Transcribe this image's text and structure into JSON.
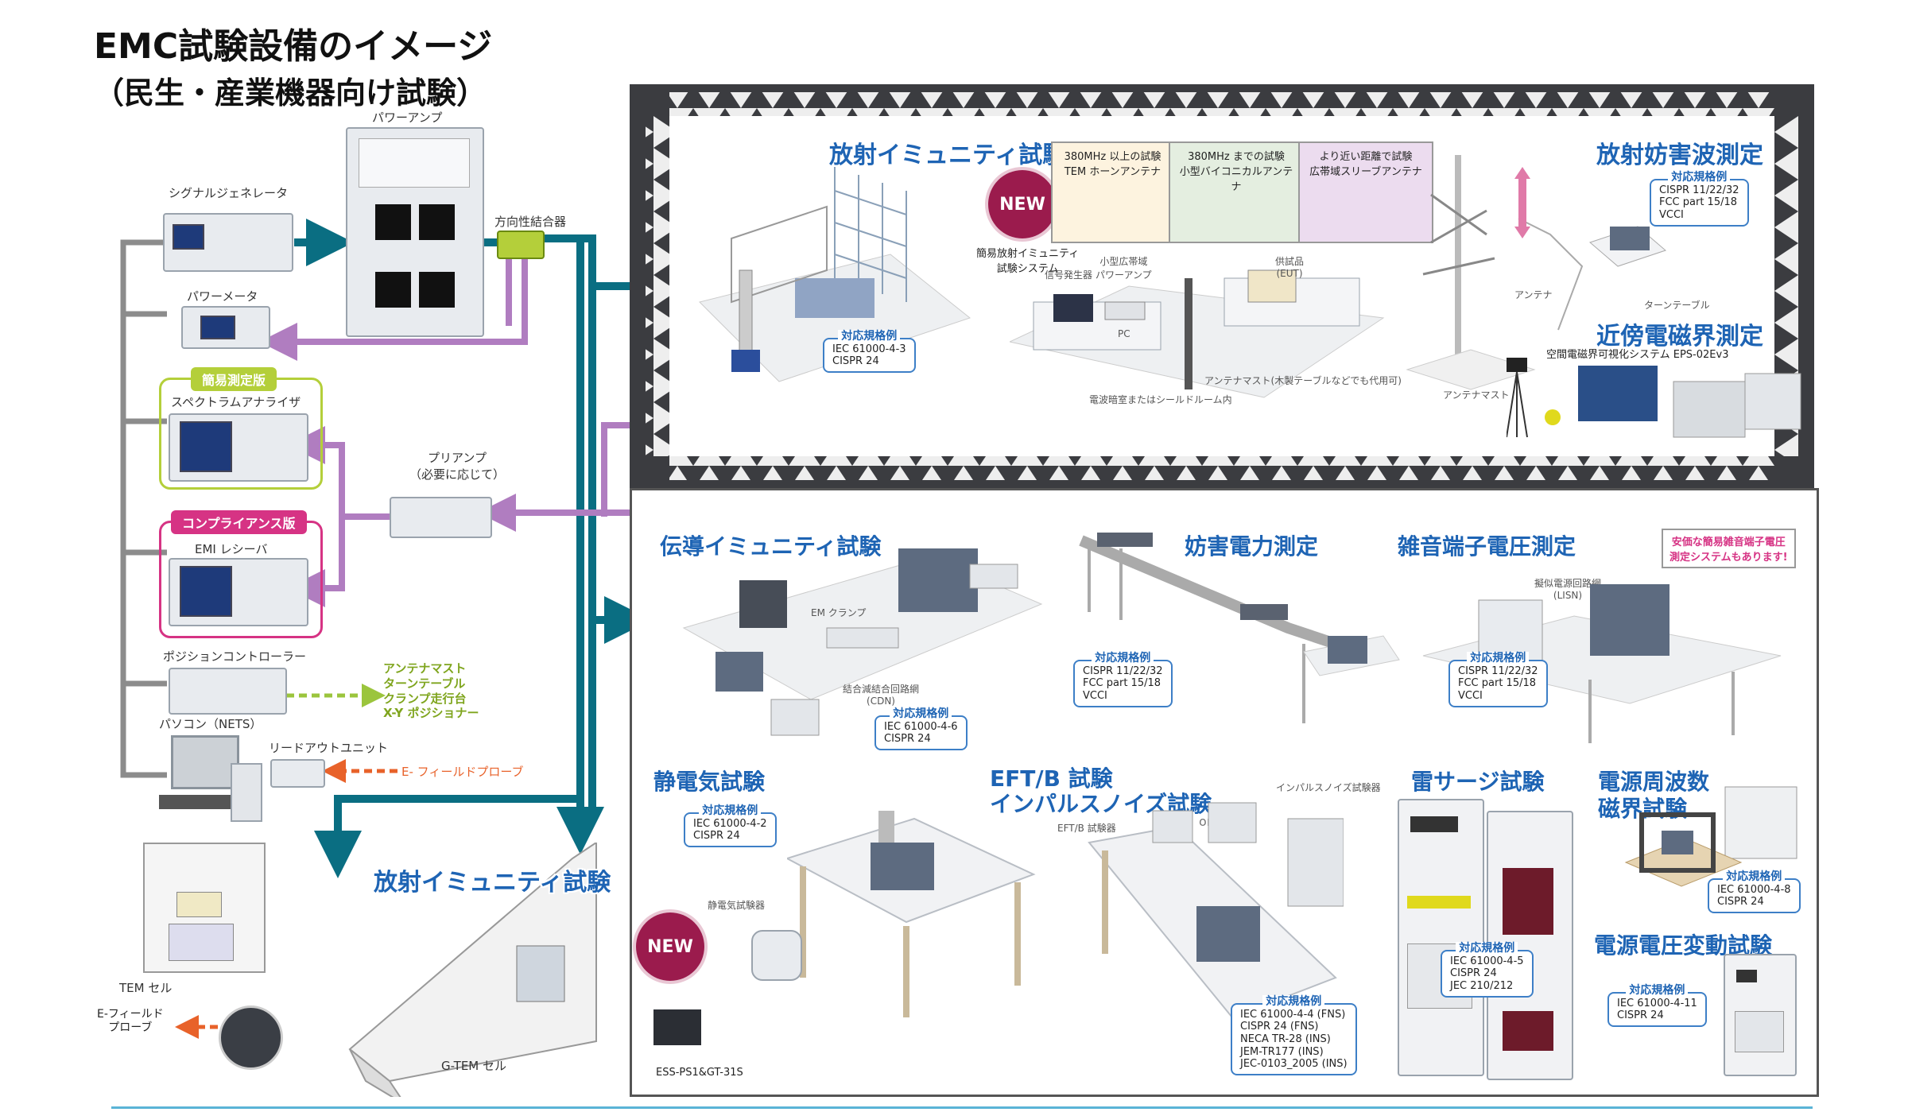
{
  "title": {
    "line1": "EMC試験設備のイメージ",
    "line2": "（民生・産業機器向け試験）"
  },
  "left": {
    "power_amp": "パワーアンプ",
    "signal_gen": "シグナルジェネレータ",
    "directional_coupler": "方向性結合器",
    "power_meter": "パワーメータ",
    "simple_version": "簡易測定版",
    "spectrum_analyzer": "スペクトラムアナライザ",
    "preamp_line1": "プリアンプ",
    "preamp_line2": "（必要に応じて）",
    "compliance_version": "コンプライアンス版",
    "emi_receiver": "EMI レシーバ",
    "position_controller": "ポジションコントローラー",
    "targets": [
      "アンテナマスト",
      "ターンテーブル",
      "クランプ走行台",
      "X-Y ポジショナー"
    ],
    "pc": "パソコン（NETS）",
    "readout_unit": "リードアウトユニット",
    "efield_probe": "E- フィールドプローブ",
    "tem_cell": "TEM セル",
    "efield_probe2_line1": "E-フィールド",
    "efield_probe2_line2": "プローブ",
    "gtem_title": "放射イミュニティ試験",
    "gtem_cell": "G-TEM セル"
  },
  "chamber": {
    "ri_title": "放射イミュニティ試験",
    "ri_std_header": "対応規格例",
    "ri_std": [
      "IEC 61000-4-3",
      "CISPR 24"
    ],
    "new_badge": "NEW",
    "simple_system_line1": "簡易放射イミュニティ",
    "simple_system_line2": "試験システム",
    "info1_line1": "380MHz 以上の試験",
    "info1_line2": "TEM ホーンアンテナ",
    "info2_line1": "380MHz までの試験",
    "info2_line2": "小型バイコニカルアンテナ",
    "info3_line1": "より近い距離で試験",
    "info3_line2": "広帯域スリーブアンテナ",
    "signal_source": "信号発生器",
    "small_amp_line1": "小型広帯域",
    "small_amp_line2": "パワーアンプ",
    "eut_line1": "供試品",
    "eut_line2": "(EUT)",
    "pc_label": "PC",
    "antenna_mast_note": "アンテナマスト(木製テーブルなどでも代用可)",
    "shield_room": "電波暗室またはシールドルーム内",
    "re_title": "放射妨害波測定",
    "re_std_header": "対応規格例",
    "re_std": [
      "CISPR 11/22/32",
      "FCC part 15/18",
      "VCCI"
    ],
    "antenna": "アンテナ",
    "turntable": "ターンテーブル",
    "nf_title": "近傍電磁界測定",
    "nf_system": "空間電磁界可視化システム EPS-02Ev3",
    "antenna_mast": "アンテナマスト"
  },
  "lower": {
    "ci_title": "伝導イミュニティ試験",
    "em_clamp": "EM クランプ",
    "cdn_line1": "結合減結合回路網",
    "cdn_line2": "(CDN)",
    "ci_std_header": "対応規格例",
    "ci_std": [
      "IEC 61000-4-6",
      "CISPR 24"
    ],
    "dp_title": "妨害電力測定",
    "dp_std_header": "対応規格例",
    "dp_std": [
      "CISPR 11/22/32",
      "FCC part 15/18",
      "VCCI"
    ],
    "ct_title": "雑音端子電圧測定",
    "lisn_line1": "擬似電源回路網",
    "lisn_line2": "(LISN)",
    "ct_std_header": "対応規格例",
    "ct_std": [
      "CISPR 11/22/32",
      "FCC part 15/18",
      "VCCI"
    ],
    "lisn_note_line1": "安価な簡易雑音端子電圧",
    "lisn_note_line2": "測定システムもあります!",
    "esd_title": "静電気試験",
    "esd_std_header": "対応規格例",
    "esd_std": [
      "IEC 61000-4-2",
      "CISPR 24"
    ],
    "esd_gun": "静電気試験器",
    "new_badge": "NEW",
    "ess_model": "ESS-PS1&GT-31S",
    "eft_title_line1": "EFT/B 試験",
    "eft_title_line2": "インパルスノイズ試験",
    "impulse_tester": "インパルスノイズ試験器",
    "or_label": "or",
    "eft_tester": "EFT/B 試験器",
    "eft_std_header": "対応規格例",
    "eft_std": [
      "IEC 61000-4-4 (FNS)",
      "CISPR 24 (FNS)",
      "NECA TR-28 (INS)",
      "JEM-TR177 (INS)",
      "JEC-0103_2005 (INS)"
    ],
    "surge_title": "雷サージ試験",
    "surge_std_header": "対応規格例",
    "surge_std": [
      "IEC 61000-4-5",
      "CISPR 24",
      "JEC 210/212"
    ],
    "pfm_title_line1": "電源周波数",
    "pfm_title_line2": "磁界試験",
    "pfm_std_header": "対応規格例",
    "pfm_std": [
      "IEC 61000-4-8",
      "CISPR 24"
    ],
    "vd_title": "電源電圧変動試験",
    "vd_std_header": "対応規格例",
    "vd_std": [
      "IEC 61000-4-11",
      "CISPR 24"
    ]
  },
  "colors": {
    "teal": "#0a6e82",
    "purple": "#b07dc0",
    "green_dash": "#9bc53d",
    "orange_dash": "#e8622a",
    "blue_title": "#1e64b4",
    "new_badge": "#9b1b4d"
  }
}
